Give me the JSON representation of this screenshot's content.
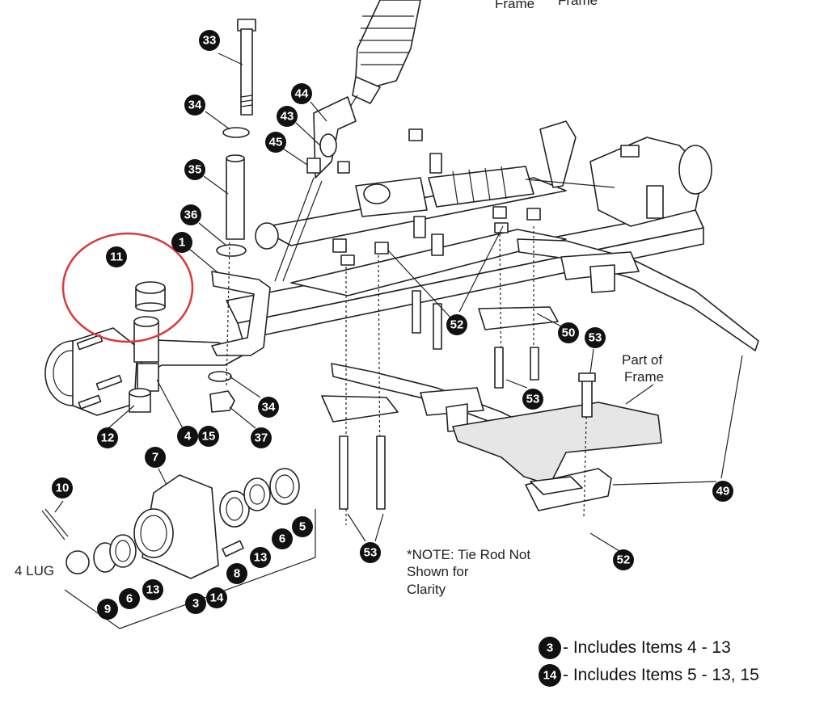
{
  "top_labels": [
    "Frame",
    "Frame"
  ],
  "part_of_frame": [
    "Part of",
    "Frame"
  ],
  "four_lug": "4 LUG",
  "note": [
    "*NOTE: Tie Rod Not",
    "Shown for",
    "Clarity"
  ],
  "legend": [
    {
      "number": "3",
      "text": "- Includes Items 4 - 13"
    },
    {
      "number": "14",
      "text": "- Includes Items 5 - 13, 15"
    }
  ],
  "highlight": {
    "color": "#d93a3a",
    "part": "11"
  },
  "callouts": [
    "33",
    "34",
    "44",
    "43",
    "45",
    "35",
    "36",
    "1",
    "11",
    "52",
    "50",
    "53",
    "4",
    "15",
    "12",
    "34",
    "37",
    "53",
    "49",
    "7",
    "10",
    "5",
    "6",
    "13",
    "8",
    "4 LUG",
    "9",
    "6",
    "13",
    "3",
    "14",
    "53",
    "52"
  ],
  "colors": {
    "callout_fill": "#111111",
    "line": "#222222",
    "highlight": "#d93a3a"
  }
}
